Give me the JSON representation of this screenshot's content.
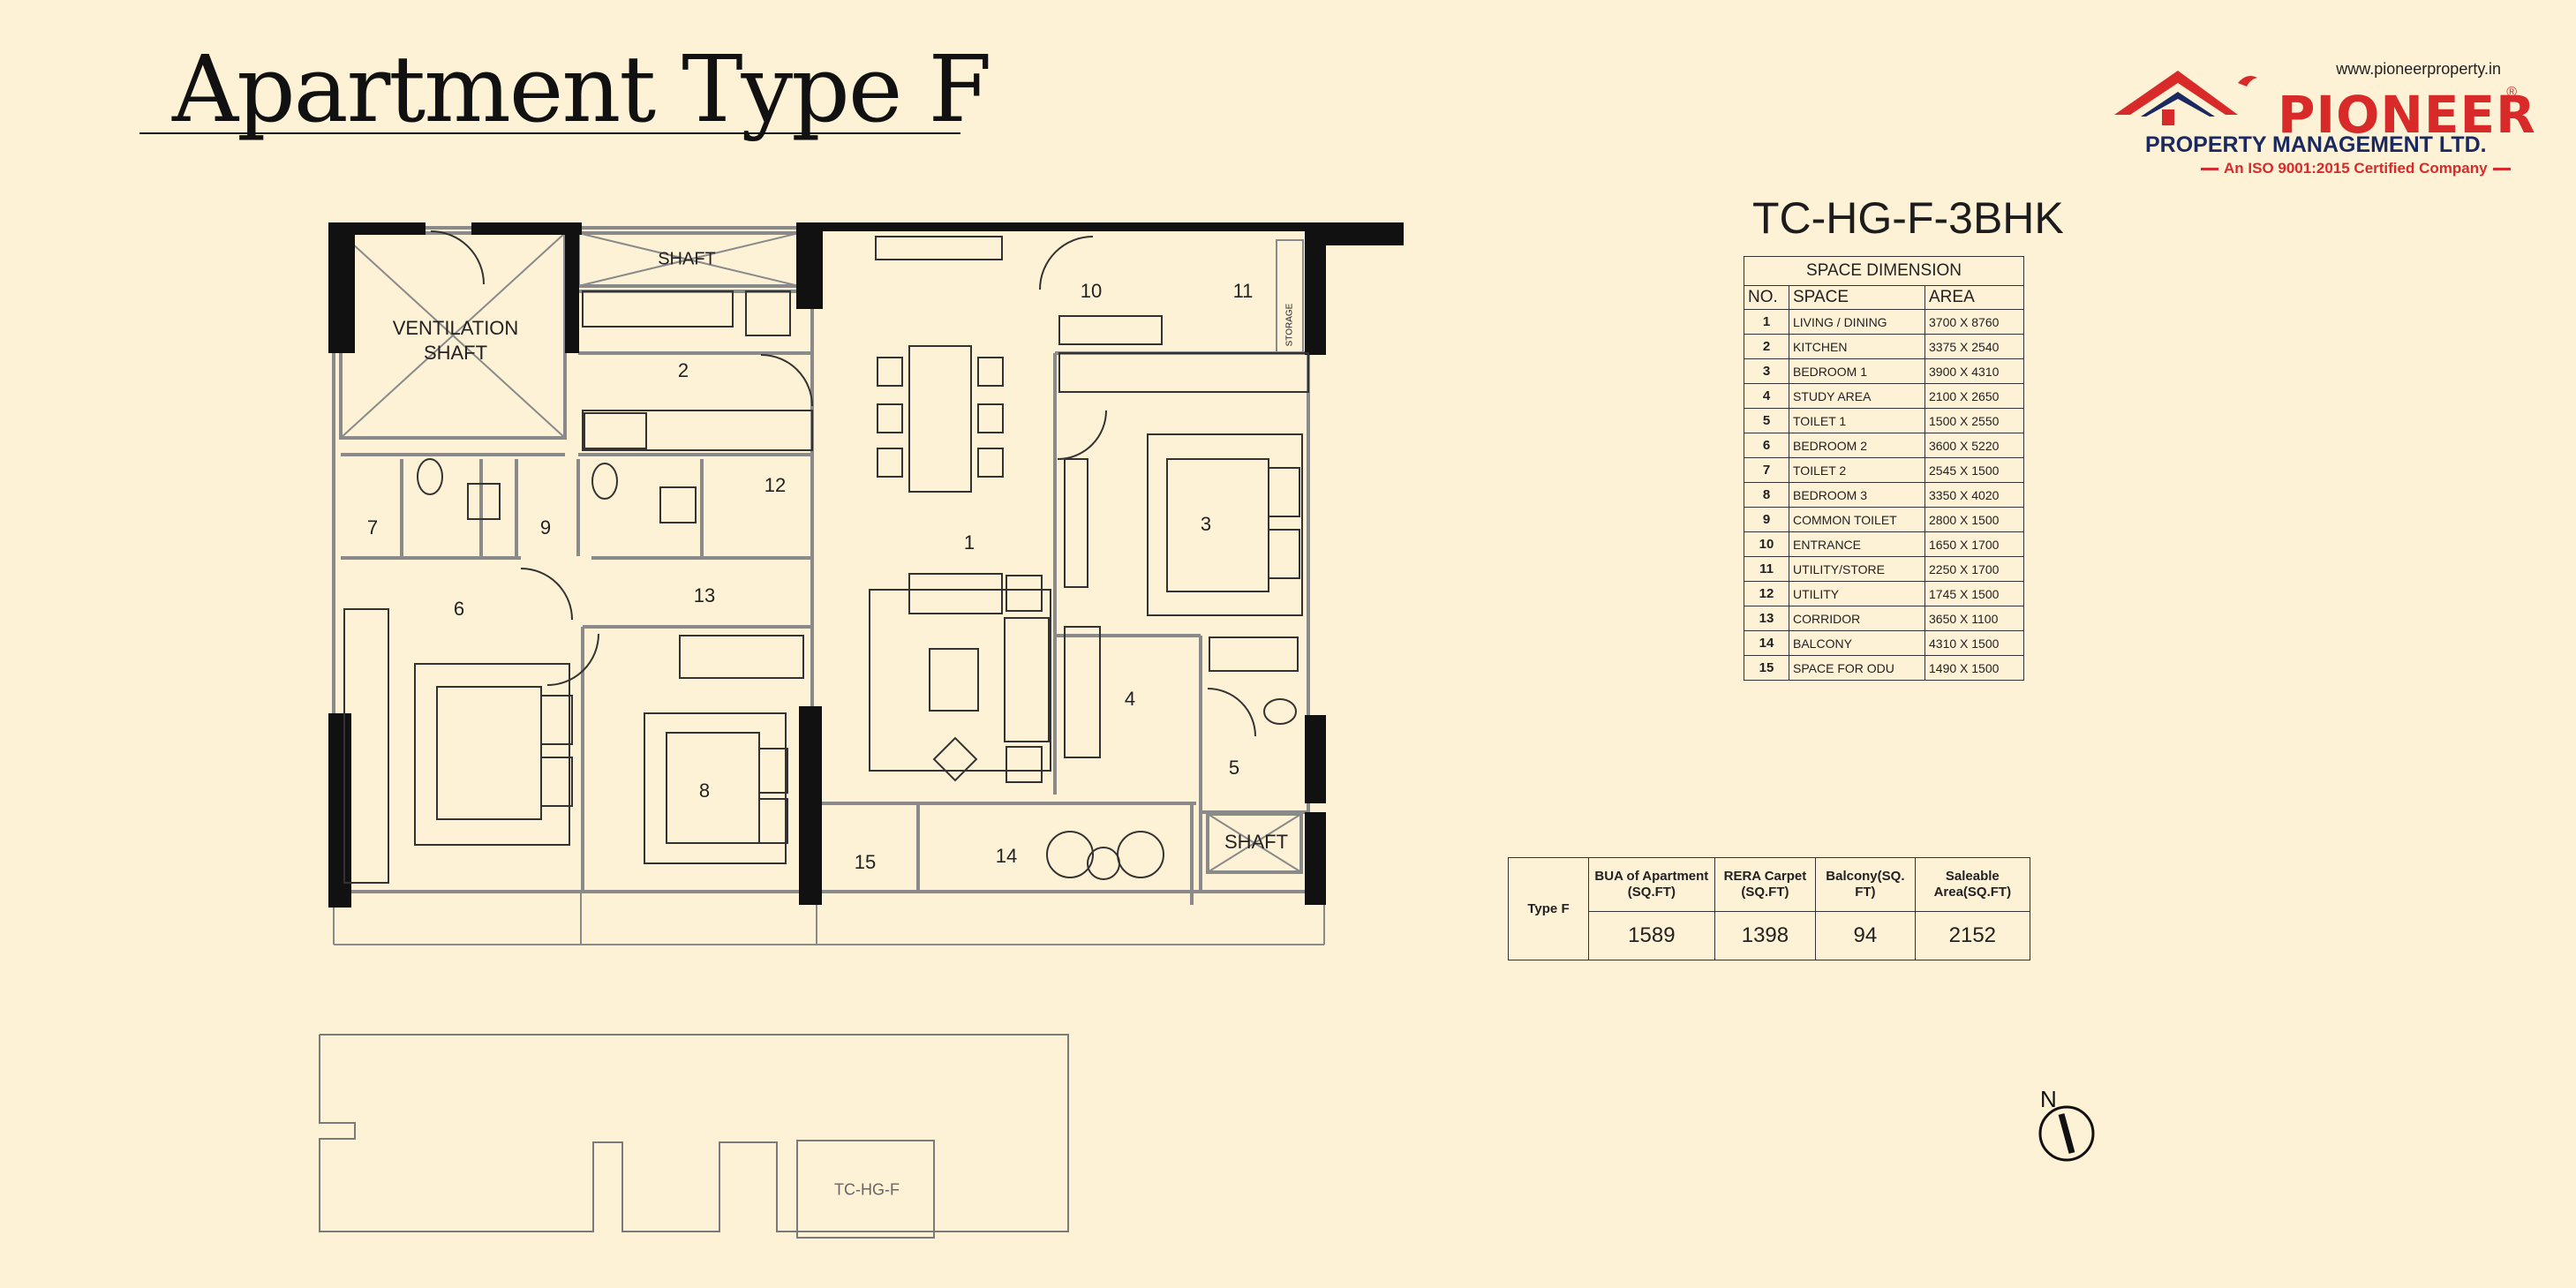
{
  "title": "Apartment Type F",
  "brand": {
    "url": "www.pioneerproperty.in",
    "name": "PIONEER",
    "registered": "®",
    "subtitle": "PROPERTY MANAGEMENT LTD.",
    "certification": "An ISO 9001:2015 Certified Company",
    "colors": {
      "red": "#d92a2a",
      "navy": "#1a2a60"
    }
  },
  "unit_code": "TC-HG-F-3BHK",
  "space_dimension": {
    "caption": "SPACE DIMENSION",
    "headers": [
      "NO.",
      "SPACE",
      "AREA"
    ],
    "rows": [
      {
        "no": "1",
        "space": "LIVING / DINING",
        "area": "3700 X 8760"
      },
      {
        "no": "2",
        "space": "KITCHEN",
        "area": "3375 X 2540"
      },
      {
        "no": "3",
        "space": "BEDROOM 1",
        "area": "3900 X 4310"
      },
      {
        "no": "4",
        "space": "STUDY AREA",
        "area": "2100 X 2650"
      },
      {
        "no": "5",
        "space": "TOILET 1",
        "area": "1500 X 2550"
      },
      {
        "no": "6",
        "space": "BEDROOM 2",
        "area": "3600 X 5220"
      },
      {
        "no": "7",
        "space": "TOILET 2",
        "area": "2545 X 1500"
      },
      {
        "no": "8",
        "space": "BEDROOM 3",
        "area": "3350 X 4020"
      },
      {
        "no": "9",
        "space": "COMMON TOILET",
        "area": "2800 X 1500"
      },
      {
        "no": "10",
        "space": "ENTRANCE",
        "area": "1650 X 1700"
      },
      {
        "no": "11",
        "space": "UTILITY/STORE",
        "area": "2250 X 1700"
      },
      {
        "no": "12",
        "space": "UTILITY",
        "area": "1745 X 1500"
      },
      {
        "no": "13",
        "space": "CORRIDOR",
        "area": "3650 X 1100"
      },
      {
        "no": "14",
        "space": "BALCONY",
        "area": "4310 X 1500"
      },
      {
        "no": "15",
        "space": "SPACE FOR ODU",
        "area": "1490 X 1500"
      }
    ]
  },
  "area_summary": {
    "type_label": "Type F",
    "headers": [
      "BUA of Apartment (SQ.FT)",
      "RERA Carpet (SQ.FT)",
      "Balcony(SQ. FT)",
      "Saleable Area(SQ.FT)"
    ],
    "values": [
      "1589",
      "1398",
      "94",
      "2152"
    ]
  },
  "plan_labels": {
    "ventilation_shaft": [
      "VENTILATION",
      "SHAFT"
    ],
    "shaft": "SHAFT",
    "storage": "STORAGE",
    "rooms": [
      "1",
      "2",
      "3",
      "4",
      "5",
      "6",
      "7",
      "8",
      "9",
      "10",
      "11",
      "12",
      "13",
      "14",
      "15"
    ]
  },
  "key_plan_label": "TC-HG-F",
  "north_label": "N"
}
